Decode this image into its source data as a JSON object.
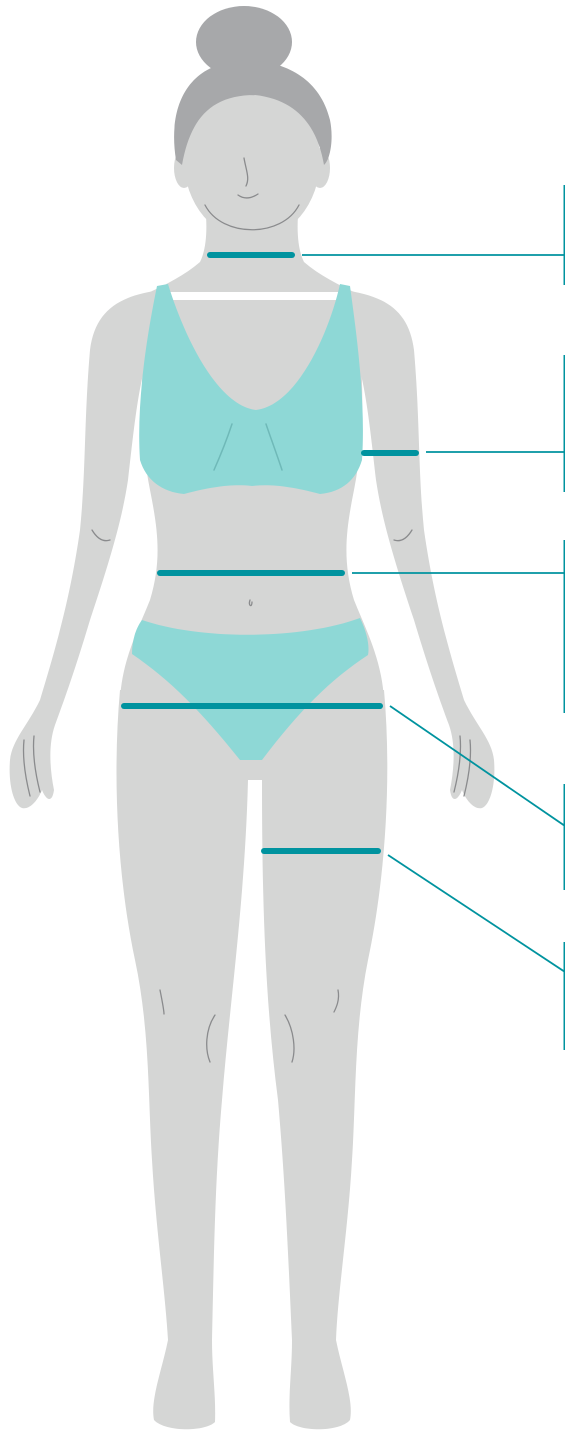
{
  "figure": {
    "subject": "female-body-front",
    "colors": {
      "body": "#d5d6d5",
      "hair": "#a7a8aa",
      "outline": "#8a8b8d",
      "garment": "#8ed8d6",
      "garment_fold": "#6fb9b8",
      "measure_line": "#00939f"
    }
  },
  "callouts": [
    {
      "id": "neck"
    },
    {
      "id": "upper-arm"
    },
    {
      "id": "waist"
    },
    {
      "id": "hip"
    },
    {
      "id": "thigh"
    }
  ]
}
